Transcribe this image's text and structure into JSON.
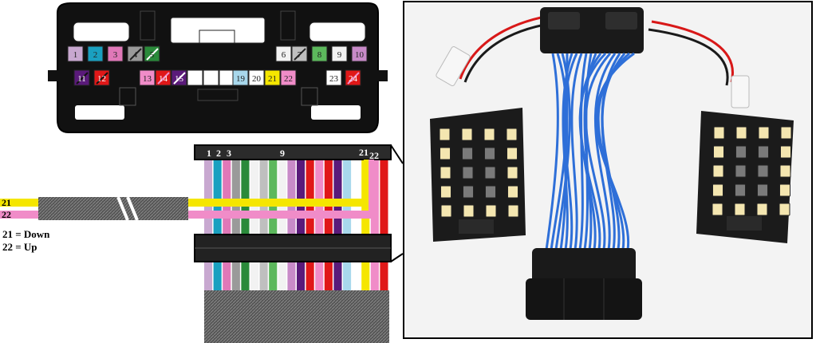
{
  "connector_face": {
    "top_row": [
      {
        "label": "1",
        "color": "#c8a8d0",
        "text_color": "#222"
      },
      {
        "label": "2",
        "color": "#1aa0c0",
        "text_color": "#222"
      },
      {
        "label": "3",
        "color": "#e078b8",
        "text_color": "#222"
      },
      {
        "label": "4",
        "color": "#9a9a9a",
        "text_color": "#222",
        "stripe": "#222"
      },
      {
        "label": "5",
        "color": "#2a8a3a",
        "text_color": "#222",
        "stripe": "#ffffff"
      },
      {
        "label": "6",
        "color": "#f2f2f2",
        "text_color": "#222"
      },
      {
        "label": "7",
        "color": "#bfbfbf",
        "text_color": "#222",
        "stripe": "#222"
      },
      {
        "label": "8",
        "color": "#5cb85c",
        "text_color": "#222"
      },
      {
        "label": "9",
        "color": "#f2f2f2",
        "text_color": "#222"
      },
      {
        "label": "10",
        "color": "#c88ac8",
        "text_color": "#222"
      }
    ],
    "bottom_row": [
      {
        "label": "11",
        "color": "#5a1a7a",
        "text_color": "#ffffff",
        "stripe": "#111"
      },
      {
        "label": "12",
        "color": "#e01818",
        "text_color": "#ffffff",
        "stripe": "#111"
      },
      {
        "label": "13",
        "color": "#f08cc8",
        "text_color": "#222"
      },
      {
        "label": "14",
        "color": "#e01818",
        "text_color": "#ffffff",
        "stripe": "#f08cc8"
      },
      {
        "label": "15",
        "color": "#5a1a7a",
        "text_color": "#ffffff",
        "stripe": "#ffffff"
      },
      {
        "label": "",
        "color": "#ffffff",
        "text_color": "#222"
      },
      {
        "label": "",
        "color": "#ffffff",
        "text_color": "#222"
      },
      {
        "label": "",
        "color": "#ffffff",
        "text_color": "#222"
      },
      {
        "label": "19",
        "color": "#a8d8ec",
        "text_color": "#222"
      },
      {
        "label": "20",
        "color": "#ffffff",
        "text_color": "#222"
      },
      {
        "label": "21",
        "color": "#f5e600",
        "text_color": "#222"
      },
      {
        "label": "22",
        "color": "#f08cc8",
        "text_color": "#222"
      },
      {
        "label": "23",
        "color": "#ffffff",
        "text_color": "#222"
      },
      {
        "label": "24",
        "color": "#e01818",
        "text_color": "#ffffff",
        "stripe": "#f08cc8"
      }
    ]
  },
  "harness": {
    "pin_labels": [
      "1",
      "2",
      "3",
      "9",
      "21",
      "22"
    ],
    "signal_21_label": "21",
    "signal_22_label": "22",
    "wire_colors": [
      "#c8a8d0",
      "#1aa0c0",
      "#e078b8",
      "#9a9a9a",
      "#2a8a3a",
      "#f2f2f2",
      "#bfbfbf",
      "#5cb85c",
      "#f2f2f2",
      "#c88ac8",
      "#5a1a7a",
      "#e01818",
      "#f08cc8",
      "#e01818",
      "#5a1a7a",
      "#a8d8ec",
      "#ffffff",
      "#f5e600",
      "#f08cc8",
      "#e01818"
    ],
    "signal_colors": {
      "down": "#f5e600",
      "up": "#f08cc8"
    }
  },
  "legend": {
    "line1": "21 = Down",
    "line2": "22 = Up"
  },
  "photo": {
    "wire_color": "#2e6fd8",
    "plug_color": "#1a1a1a",
    "lamp_color": "#f4e6b0",
    "red_wire": "#d81818"
  }
}
